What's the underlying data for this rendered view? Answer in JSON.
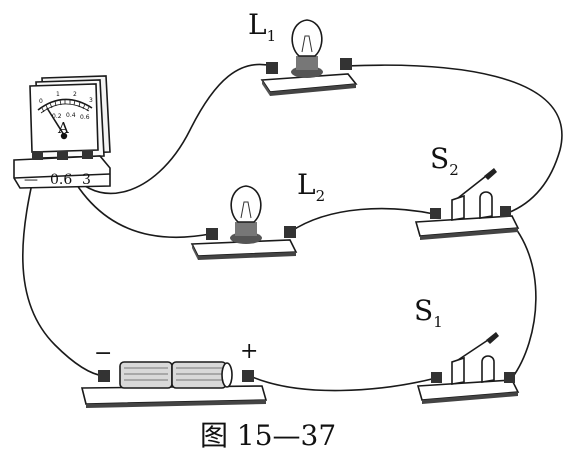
{
  "figure": {
    "caption": "图 15—37"
  },
  "ammeter": {
    "unit_symbol": "A",
    "scale_labels": [
      "0",
      "1",
      "2",
      "3",
      "0.2",
      "0.4",
      "0.6"
    ],
    "terminal_labels": [
      "—",
      "0.6",
      "3"
    ]
  },
  "lamp_l1": {
    "letter": "L",
    "subscript": "1"
  },
  "lamp_l2": {
    "letter": "L",
    "subscript": "2"
  },
  "switch_s1": {
    "letter": "S",
    "subscript": "1"
  },
  "switch_s2": {
    "letter": "S",
    "subscript": "2"
  },
  "battery": {
    "negative_label": "−",
    "positive_label": "+"
  }
}
